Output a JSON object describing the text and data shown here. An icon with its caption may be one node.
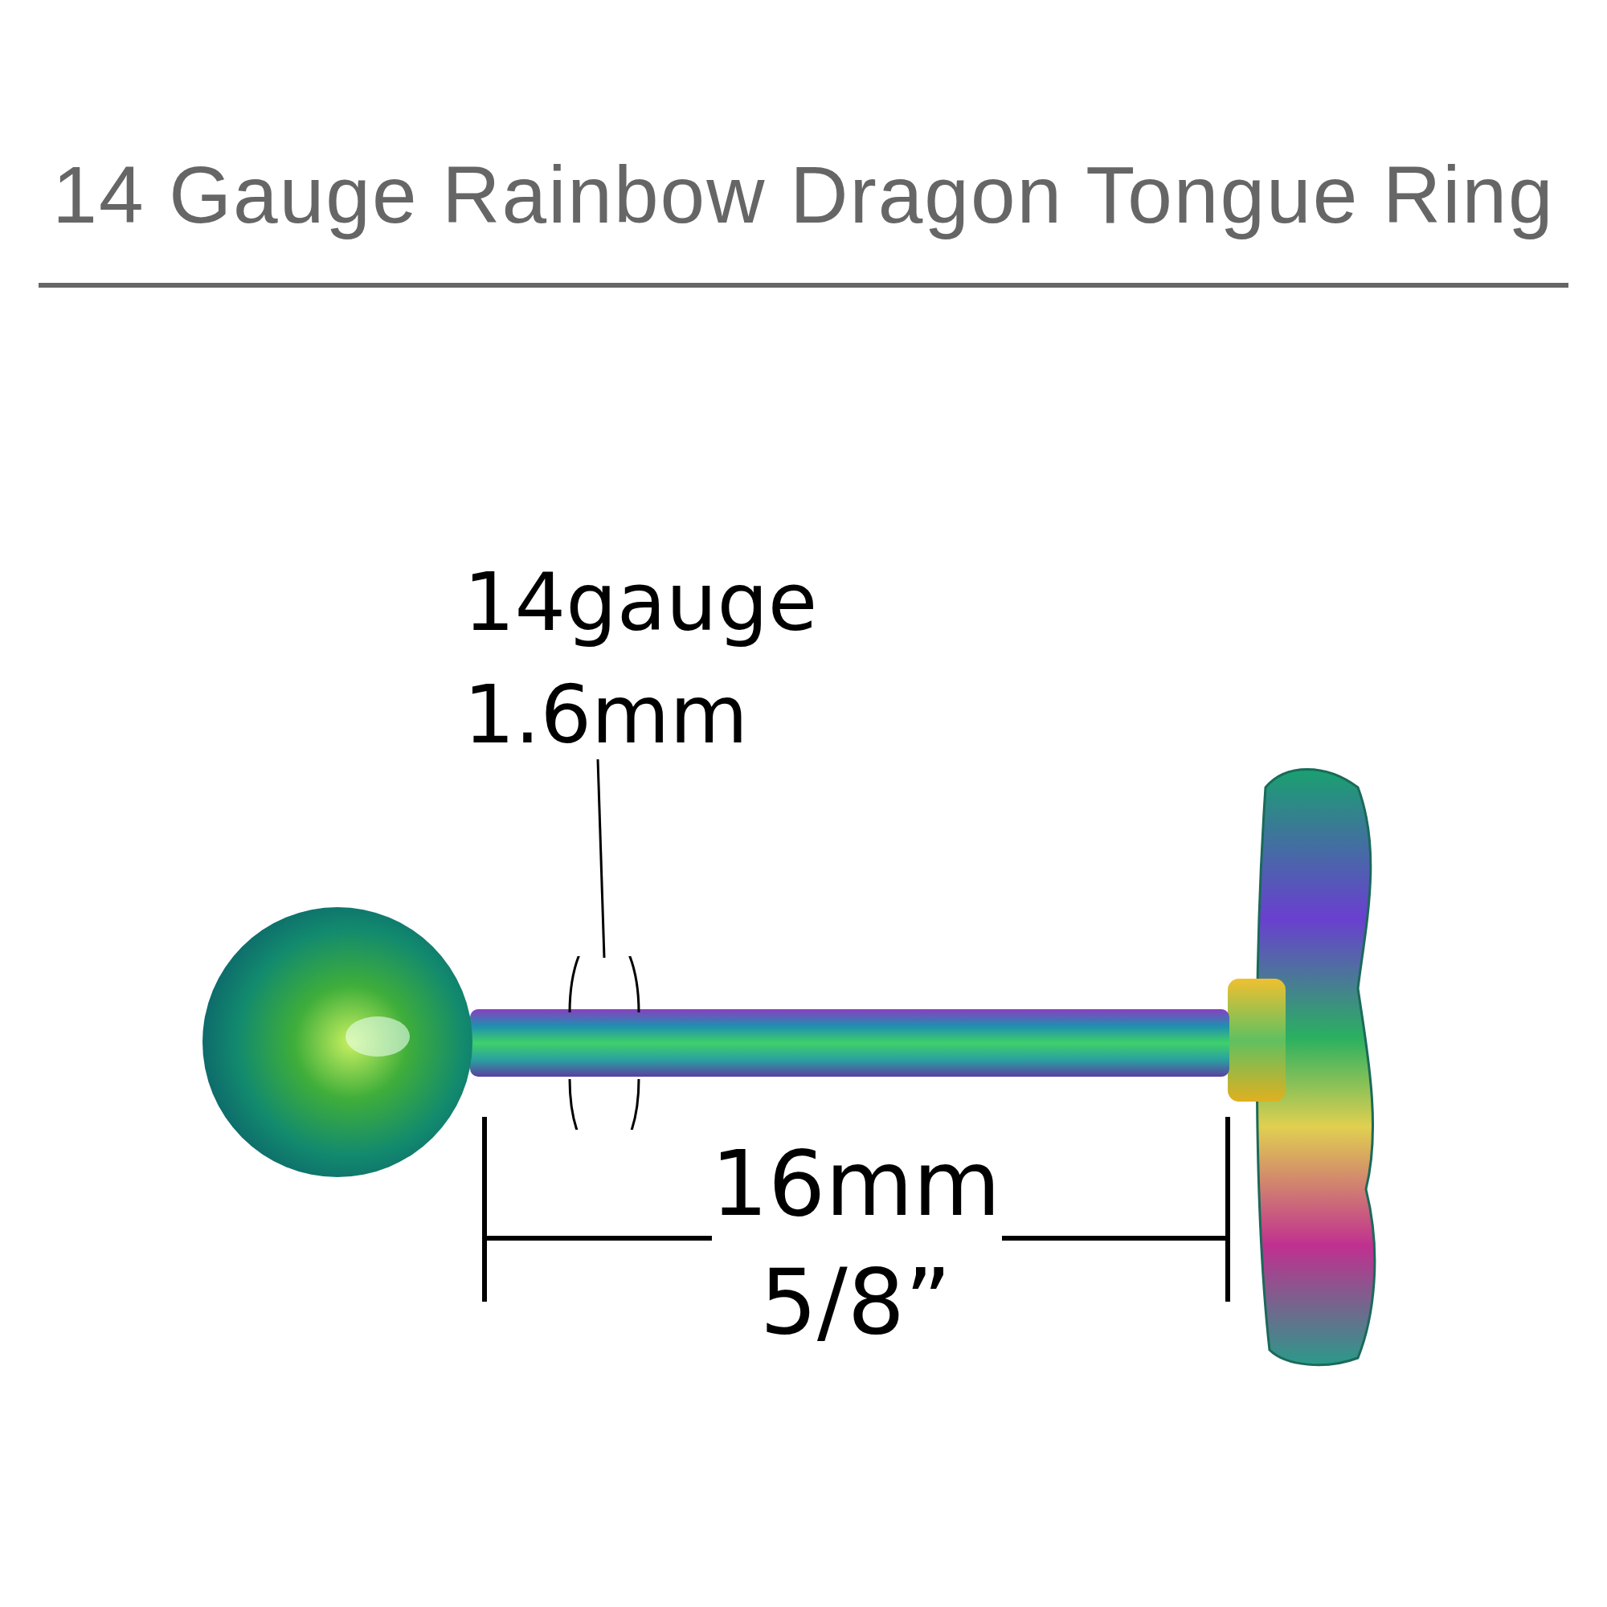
{
  "diagram": {
    "title": "14 Gauge Rainbow Dragon Tongue Ring",
    "nodes": [
      {
        "text": [
          "14gauge",
          "1.6mm"
        ]
      },
      {
        "text": [],
        "shape": "circle"
      }
    ],
    "edges": [
      {
        "from": 0,
        "to": 1,
        "arrow": "none"
      }
    ],
    "labels": [
      "16mm",
      "5/8”"
    ]
  }
}
